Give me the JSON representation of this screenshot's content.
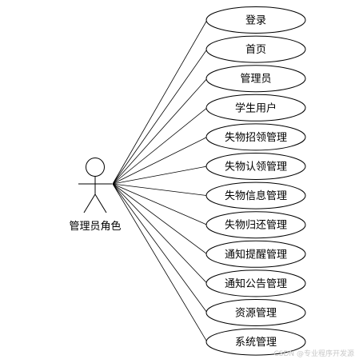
{
  "actor": {
    "label": "管理员角色"
  },
  "use_cases": [
    {
      "label": "登录"
    },
    {
      "label": "首页"
    },
    {
      "label": "管理员"
    },
    {
      "label": "学生用户"
    },
    {
      "label": "失物招领管理"
    },
    {
      "label": "失物认领管理"
    },
    {
      "label": "失物信息管理"
    },
    {
      "label": "失物归还管理"
    },
    {
      "label": "通知提醒管理"
    },
    {
      "label": "通知公告管理"
    },
    {
      "label": "资源管理"
    },
    {
      "label": "系统管理"
    }
  ],
  "watermark": "CSDN @专业程序开发源",
  "colors": {
    "stroke": "#000000",
    "ellipse_fill": "#ffffff",
    "text": "#000000",
    "watermark": "#c8c8c8"
  }
}
